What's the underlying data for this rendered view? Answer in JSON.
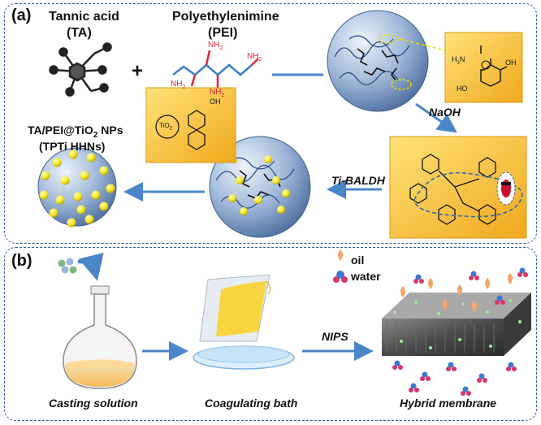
{
  "panel_a": {
    "label": "(a)",
    "tannic_acid": {
      "name": "Tannic acid",
      "abbr": "(TA)"
    },
    "pei": {
      "name": "Polyethylenimine",
      "abbr": "(PEI)"
    },
    "plus": "+",
    "naoh": "NaOH",
    "ti_baldh": "Ti-BALDH",
    "product": {
      "name": "TA/PEI@TiO",
      "sub": "2",
      "suffix": " NPs",
      "abbr": "(TPTi HHNs)"
    },
    "chem": {
      "nh2": "NH",
      "two": "2",
      "oh": "OH",
      "ho": "HO",
      "h3n": "H",
      "n": "N",
      "tio2": "TiO",
      "o": "O"
    }
  },
  "panel_b": {
    "label": "(b)",
    "legend": {
      "oil": "oil",
      "water": "water"
    },
    "nips": "NIPS",
    "steps": [
      "Casting solution",
      "Coagulating bath",
      "Hybrid membrane"
    ]
  },
  "colors": {
    "panel_border": "#2f5f9e",
    "arrow": "#4a86c8",
    "sphere": "#7f9fc7",
    "nanoparticle": "#f2e21a",
    "card": "#f4b728",
    "oil": "#f6a46a",
    "water_red": "#d9366a",
    "water_blue": "#3e78d0"
  }
}
